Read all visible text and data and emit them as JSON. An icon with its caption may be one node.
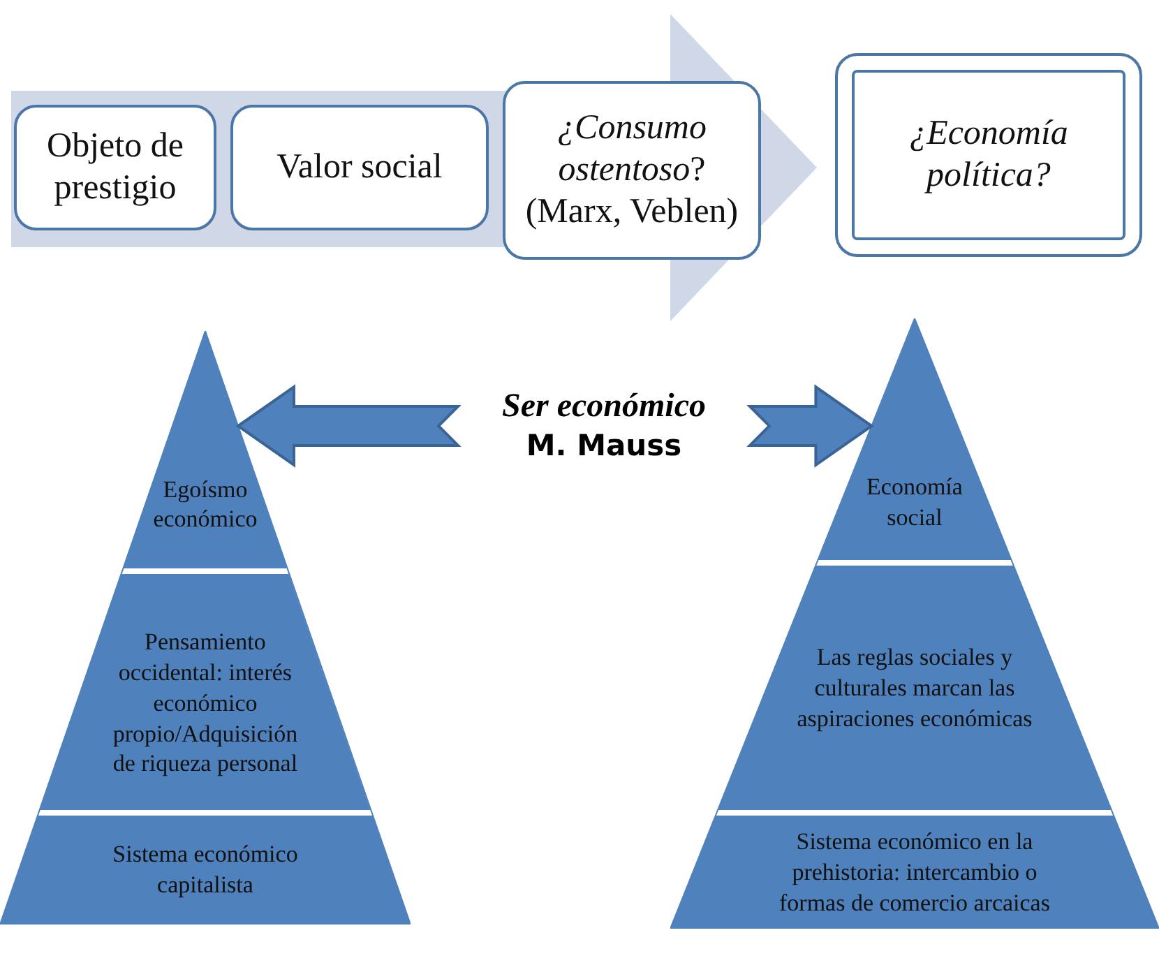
{
  "diagram": {
    "nodes": [
      {
        "text": [
          "Objeto de prestigio"
        ]
      },
      {
        "text": [
          "Valor social"
        ]
      },
      {
        "text": [
          "*¿Consumo ostentoso*? (Marx, Veblen)"
        ]
      },
      {
        "text": [
          "¿Economía política?"
        ]
      },
      {
        "text": [
          "Ser económico",
          "M. Mauss"
        ]
      },
      {
        "text": [],
        "shape": "triangle"
      },
      {
        "text": [
          "Egoísmo económico"
        ],
        "in": 5
      },
      {
        "text": [
          "Pensamiento occidental: interés económico propio/Adquisición de riqueza personal"
        ],
        "in": 5
      },
      {
        "text": [
          "Sistema económico capitalista"
        ],
        "in": 5
      },
      {
        "text": [],
        "shape": "triangle"
      },
      {
        "text": [
          "Economía social"
        ],
        "in": 9
      },
      {
        "text": [
          "Las reglas sociales y culturales marcan las aspiraciones económicas"
        ],
        "in": 9
      },
      {
        "text": [
          "Sistema económico en la prehistoria: intercambio o formas de comercio arcaicas"
        ],
        "in": 9
      }
    ],
    "edges": [
      {
        "from": 0,
        "to": 3,
        "arrow": "to"
      },
      {
        "from": 4,
        "to": 5,
        "arrow": "to"
      },
      {
        "from": 4,
        "to": 9,
        "arrow": "to"
      }
    ]
  }
}
